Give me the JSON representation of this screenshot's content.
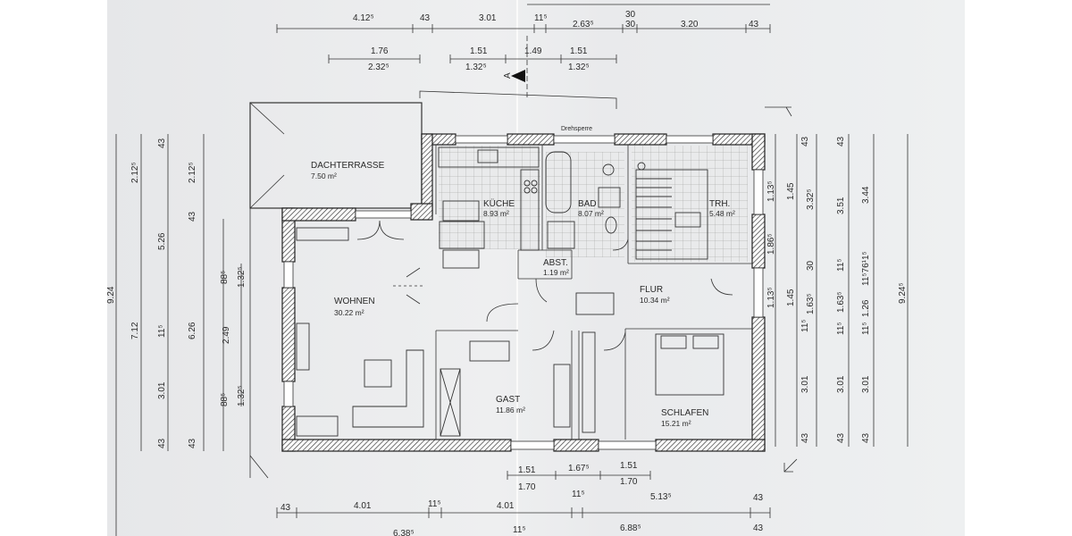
{
  "rooms": {
    "dachterrasse": {
      "name": "DACHTERRASSE",
      "area": "7.50 m²"
    },
    "kueche": {
      "name": "KÜCHE",
      "area": "8.93 m²"
    },
    "bad": {
      "name": "BAD",
      "area": "8.07 m²"
    },
    "trh": {
      "name": "TRH.",
      "area": "5.48 m²"
    },
    "abst": {
      "name": "ABST.",
      "area": "1.19 m²"
    },
    "wohnen": {
      "name": "WOHNEN",
      "area": "30.22 m²"
    },
    "flur": {
      "name": "FLUR",
      "area": "10.34 m²"
    },
    "gast": {
      "name": "GAST",
      "area": "11.86 m²"
    },
    "schlafen": {
      "name": "SCHLAFEN",
      "area": "15.21 m²"
    }
  },
  "annotations": {
    "drehsperre": "Drehsperre",
    "section_marker": "A"
  },
  "dims_top": {
    "row1": [
      "4.12⁵",
      "43",
      "3.01",
      "11⁵",
      "2.63⁵",
      "30",
      "30",
      "3.20",
      "43"
    ],
    "row2_upper": [
      "1.76",
      "1.51",
      "1.49",
      "1.51"
    ],
    "row2_lower": [
      "2.32⁵",
      "1.32⁵",
      "1.32⁵"
    ]
  },
  "dims_bottom": {
    "row1_upper": [
      "1.51",
      "1.67⁵",
      "1.51"
    ],
    "row1_lower": [
      "1.70",
      "1.70"
    ],
    "row2": [
      "43",
      "4.01",
      "11⁵",
      "4.01",
      "11⁵",
      "5.13⁵",
      "43"
    ],
    "row3": [
      "6.38⁵",
      "11⁵",
      "6.88⁵",
      "43"
    ]
  },
  "dims_left": {
    "col1": [
      "9.24"
    ],
    "col2": [
      "7.12"
    ],
    "col3": [
      "2.12⁵",
      "5.26"
    ],
    "col4": [
      "43",
      "11⁵",
      "3.01",
      "43"
    ],
    "col5": [
      "2.12⁵",
      "6.26"
    ],
    "col6": [
      "43",
      "2.49",
      "43"
    ],
    "col7": [
      "88⁵",
      "88⁵"
    ],
    "col8": [
      "1.32⁵",
      "1.32⁵"
    ]
  },
  "dims_right": {
    "col1": [
      "1.13⁵",
      "1.86⁵",
      "1.13⁵",
      "11⁵",
      "3.01",
      "43"
    ],
    "col2": [
      "43",
      "1.45",
      "1.45",
      "11⁵",
      "3.01",
      "43"
    ],
    "col3": [
      "3.32⁵",
      "30",
      "1.63⁵"
    ],
    "col4": [
      "43",
      "3.51",
      "11⁵",
      "1.63⁵",
      "11⁵",
      "3.01",
      "43"
    ],
    "col5": [
      "3.44",
      "11⁵76¹1⁵",
      "1.26",
      "11⁵",
      "3.01",
      "43"
    ],
    "col6": [
      "9.24⁵"
    ]
  }
}
